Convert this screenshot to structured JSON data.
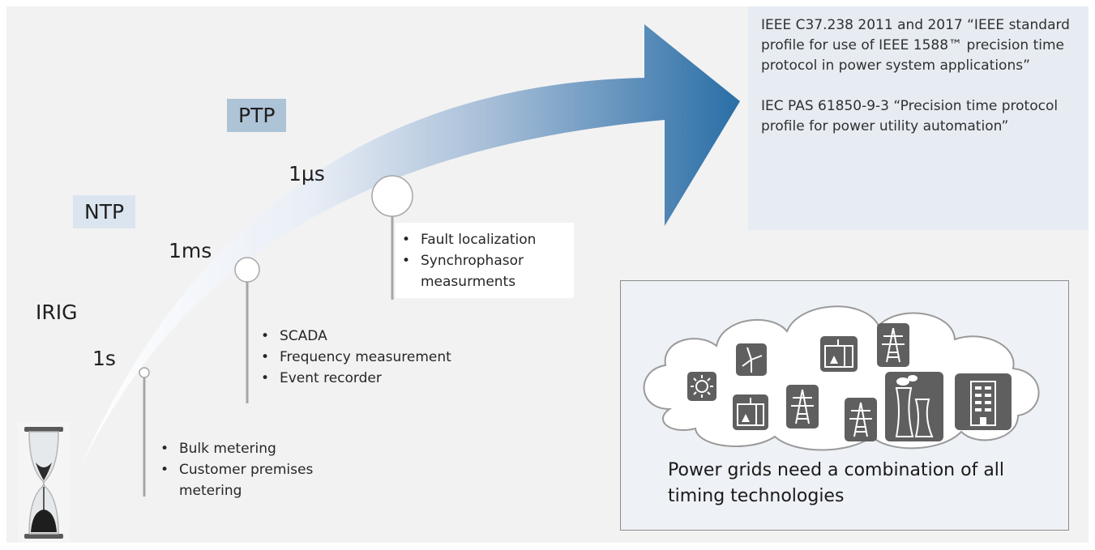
{
  "technologies": {
    "irig": "IRIG",
    "ntp": "NTP",
    "ptp": "PTP"
  },
  "levels": {
    "one_s": "1s",
    "one_ms": "1ms",
    "one_us": "1µs"
  },
  "applications": {
    "seconds": [
      "Bulk metering",
      "Customer premises metering"
    ],
    "milliseconds": [
      "SCADA",
      "Frequency measurement",
      "Event recorder"
    ],
    "microseconds": [
      "Fault localization",
      "Synchrophasor measurments"
    ]
  },
  "standards": [
    "IEEE C37.238 2011 and 2017 “IEEE standard profile for use of IEEE 1588™ precision time protocol in power system applications”",
    "IEC PAS 61850-9-3 “Precision time protocol profile for power utility automation”"
  ],
  "grid_caption": "Power grids need a combination of all timing technologies",
  "colors": {
    "arrow_start": "#ffffff",
    "arrow_end": "#2a6ea6",
    "box_bg": "#e7ecf2",
    "ptp_bg": "#adc3d6",
    "ntp_bg": "#dbe5ef"
  },
  "icons": [
    "sun-icon",
    "wind-turbine-icon",
    "substation-icon",
    "power-tower-icon",
    "power-plant-icon",
    "office-building-icon",
    "cloud-icon",
    "hourglass-icon"
  ]
}
